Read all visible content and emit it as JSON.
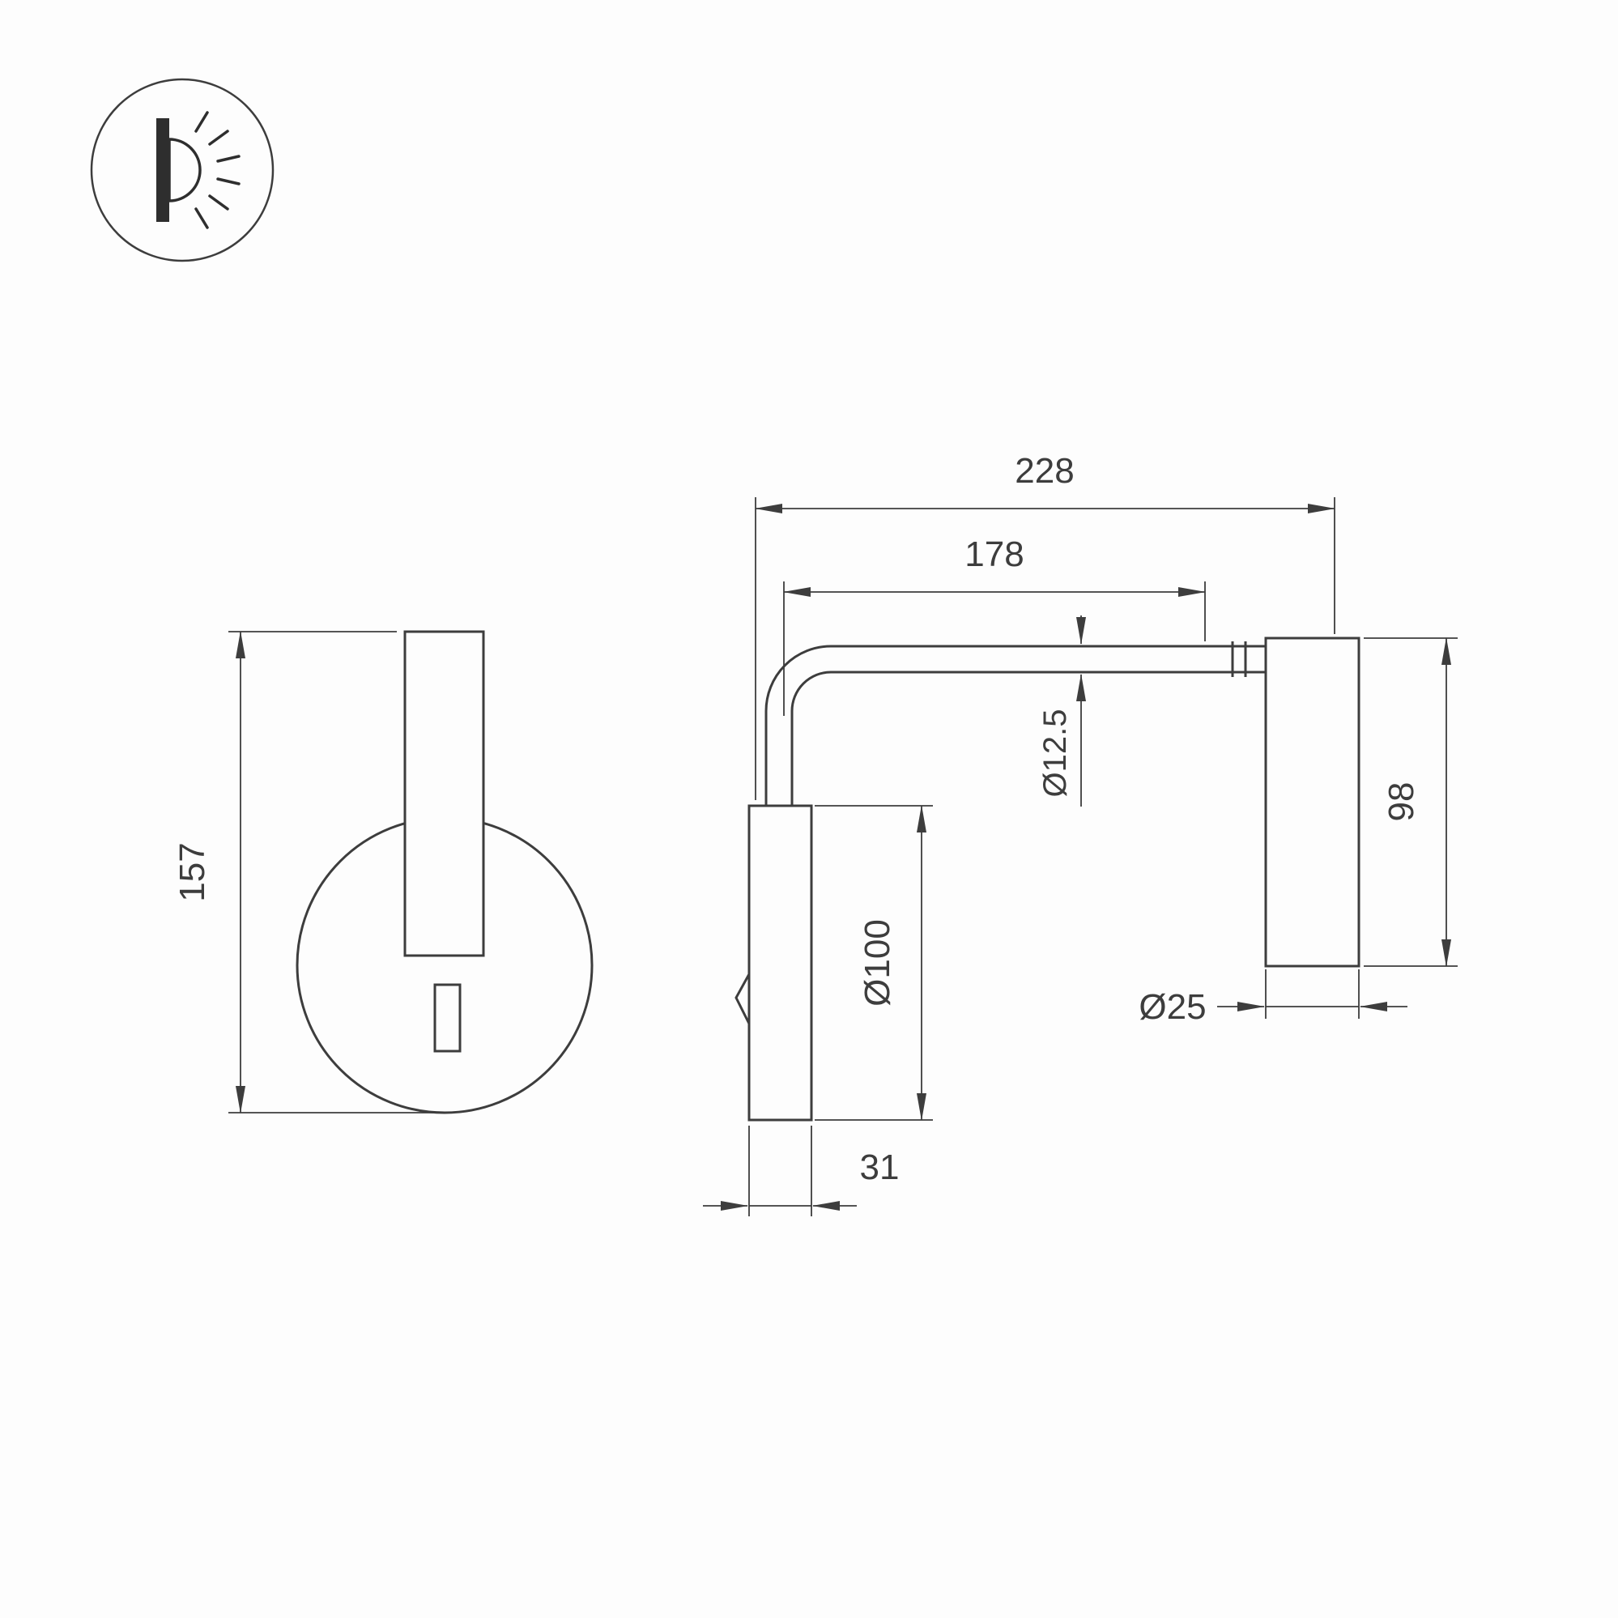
{
  "drawing": {
    "title": "Wall reading lamp dimensional drawing",
    "icon": "wall-light-icon",
    "line_color": "#3d3d3d",
    "background": "#fdfdfd"
  },
  "dimensions": {
    "overall_width": "228",
    "arm_length": "178",
    "arm_diameter": "Ø12.5",
    "head_length": "98",
    "base_plate_diameter": "Ø100",
    "head_diameter": "Ø25",
    "overall_height": "157",
    "wall_depth": "31"
  }
}
